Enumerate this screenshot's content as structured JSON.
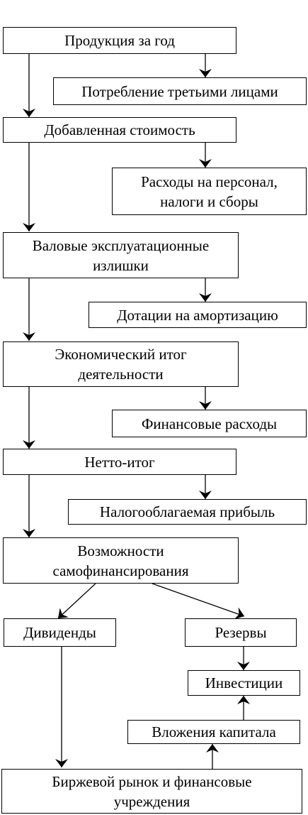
{
  "nodes": {
    "production": "Продукция за год",
    "third_party": "Потребление третьими лицами",
    "value_added": "Добавленная стоимость",
    "personnel": "Расходы на персонал,\nналоги и сборы",
    "gross_surplus": "Валовые эксплуатационные\nизлишки",
    "depreciation": "Дотации на амортизацию",
    "economic_result": "Экономический итог\nдеятельности",
    "financial_expenses": "Финансовые расходы",
    "net_result": "Нетто-итог",
    "taxable_profit": "Налогооблагаемая прибыль",
    "self_financing": "Возможности\nсамофинансирования",
    "dividends": "Дивиденды",
    "reserves": "Резервы",
    "investments": "Инвестиции",
    "capital_investment": "Вложения капитала",
    "stock_market": "Биржевой рынок и финансовые\nучреждения"
  }
}
